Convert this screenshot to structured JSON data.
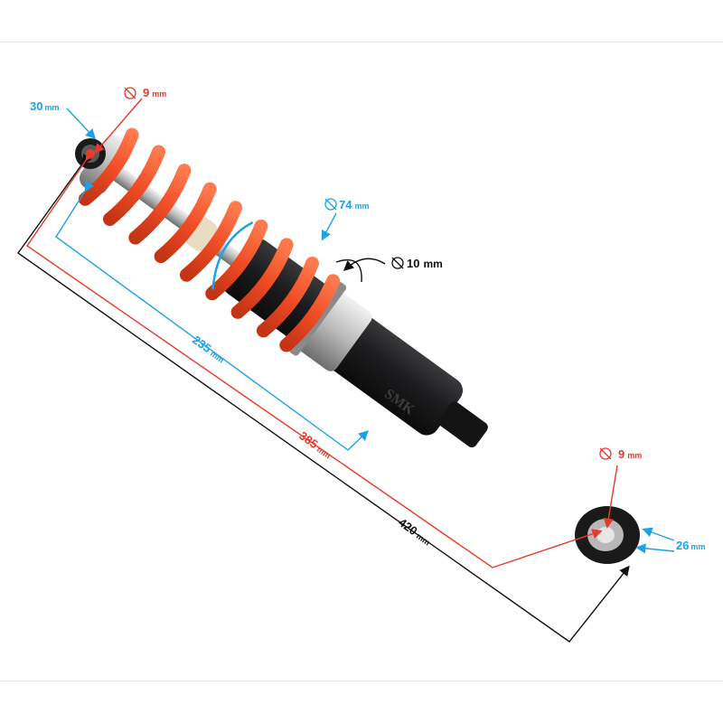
{
  "colors": {
    "blue": "#1aa3e8",
    "red": "#e8392a",
    "black": "#111111",
    "spring": "#f0502a",
    "body": "#1c1c1e"
  },
  "part": {
    "brand_mark": "SMK"
  },
  "dimensions": {
    "top_eye_width": {
      "value": "30",
      "unit": "mm"
    },
    "top_bore": {
      "value": "9",
      "unit": "mm"
    },
    "spring_diameter": {
      "value": "74",
      "unit": "mm"
    },
    "wire_diameter": {
      "value": "10",
      "unit": "mm"
    },
    "spring_length": {
      "value": "235",
      "unit": "mm"
    },
    "eye_to_eye": {
      "value": "385",
      "unit": "mm"
    },
    "overall_length": {
      "value": "420",
      "unit": "mm"
    },
    "bottom_bore": {
      "value": "9",
      "unit": "mm"
    },
    "bottom_eye_width": {
      "value": "26",
      "unit": "mm"
    }
  }
}
